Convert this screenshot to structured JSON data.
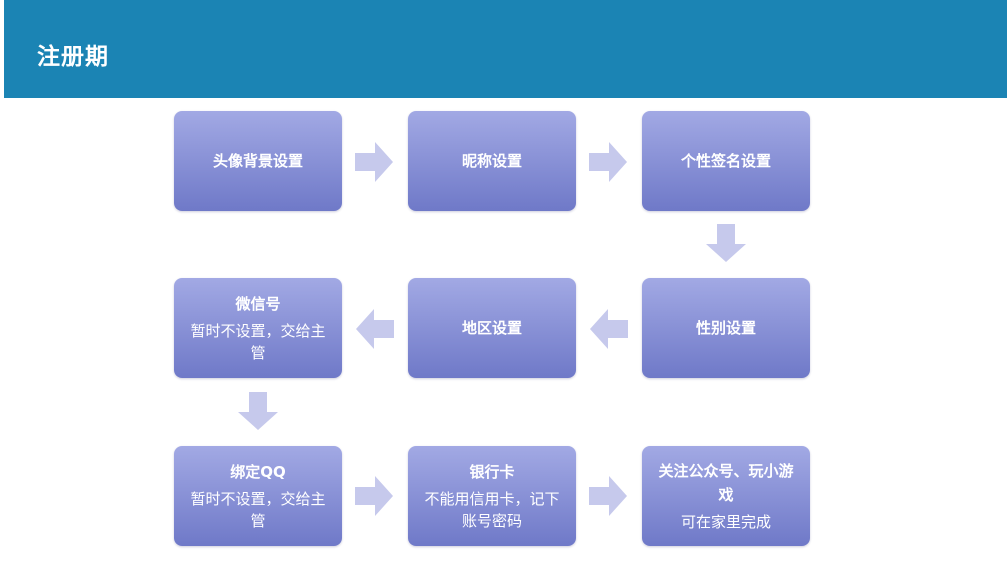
{
  "header": {
    "title": "注册期"
  },
  "steps": [
    {
      "title": "头像背景设置",
      "desc": ""
    },
    {
      "title": "昵称设置",
      "desc": ""
    },
    {
      "title": "个性签名设置",
      "desc": ""
    },
    {
      "title": "性别设置",
      "desc": ""
    },
    {
      "title": "地区设置",
      "desc": ""
    },
    {
      "title": "微信号",
      "desc": "暂时不设置，交给主管"
    },
    {
      "title": "绑定QQ",
      "desc": "暂时不设置，交给主管"
    },
    {
      "title": "银行卡",
      "desc": "不能用信用卡，记下账号密码"
    },
    {
      "title": "关注公众号、玩小游戏",
      "desc": "可在家里完成"
    }
  ],
  "arrow_color": "#c6c9ec"
}
